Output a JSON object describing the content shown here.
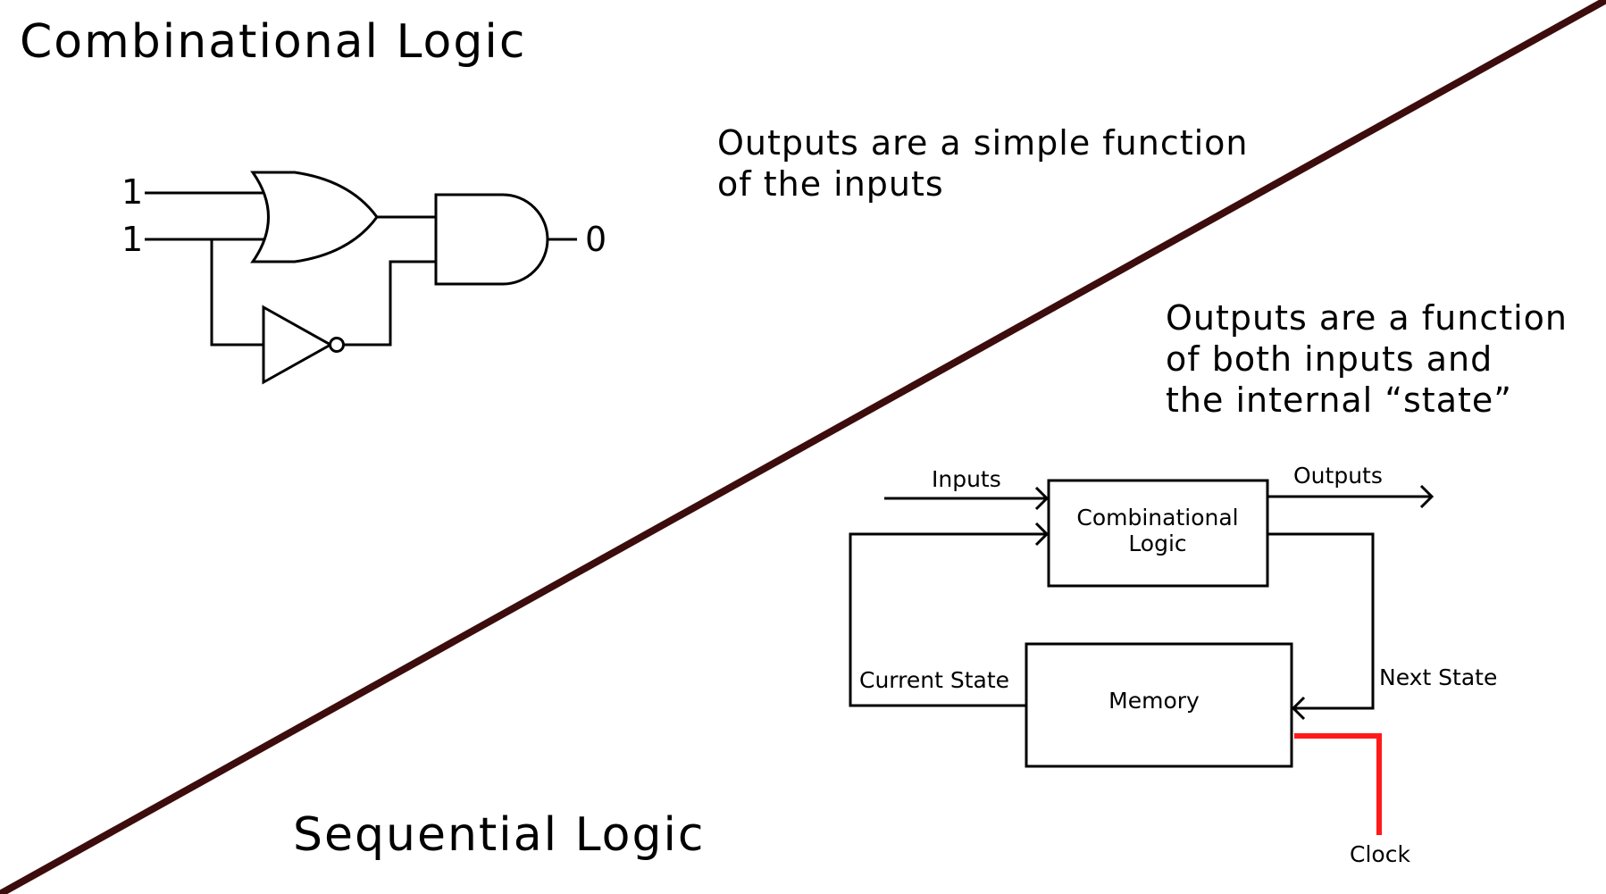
{
  "titles": {
    "combinational": "Combinational Logic",
    "sequential": "Sequential Logic"
  },
  "combinational_description": {
    "line1": "Outputs are a simple function",
    "line2": "of the inputs"
  },
  "sequential_description": {
    "line1": "Outputs are a function",
    "line2": "of both inputs and",
    "line3": "the internal “state”"
  },
  "gate_circuit": {
    "input_a": "1",
    "input_b": "1",
    "output": "0"
  },
  "block_diagram": {
    "inputs_label": "Inputs",
    "outputs_label": "Outputs",
    "logic_box_line1": "Combinational",
    "logic_box_line2": "Logic",
    "memory_box": "Memory",
    "current_state_label": "Current State",
    "next_state_label": "Next State",
    "clock_label": "Clock"
  },
  "colors": {
    "divider": "#3d0c0c",
    "clock_wire": "#ff1a1a"
  }
}
